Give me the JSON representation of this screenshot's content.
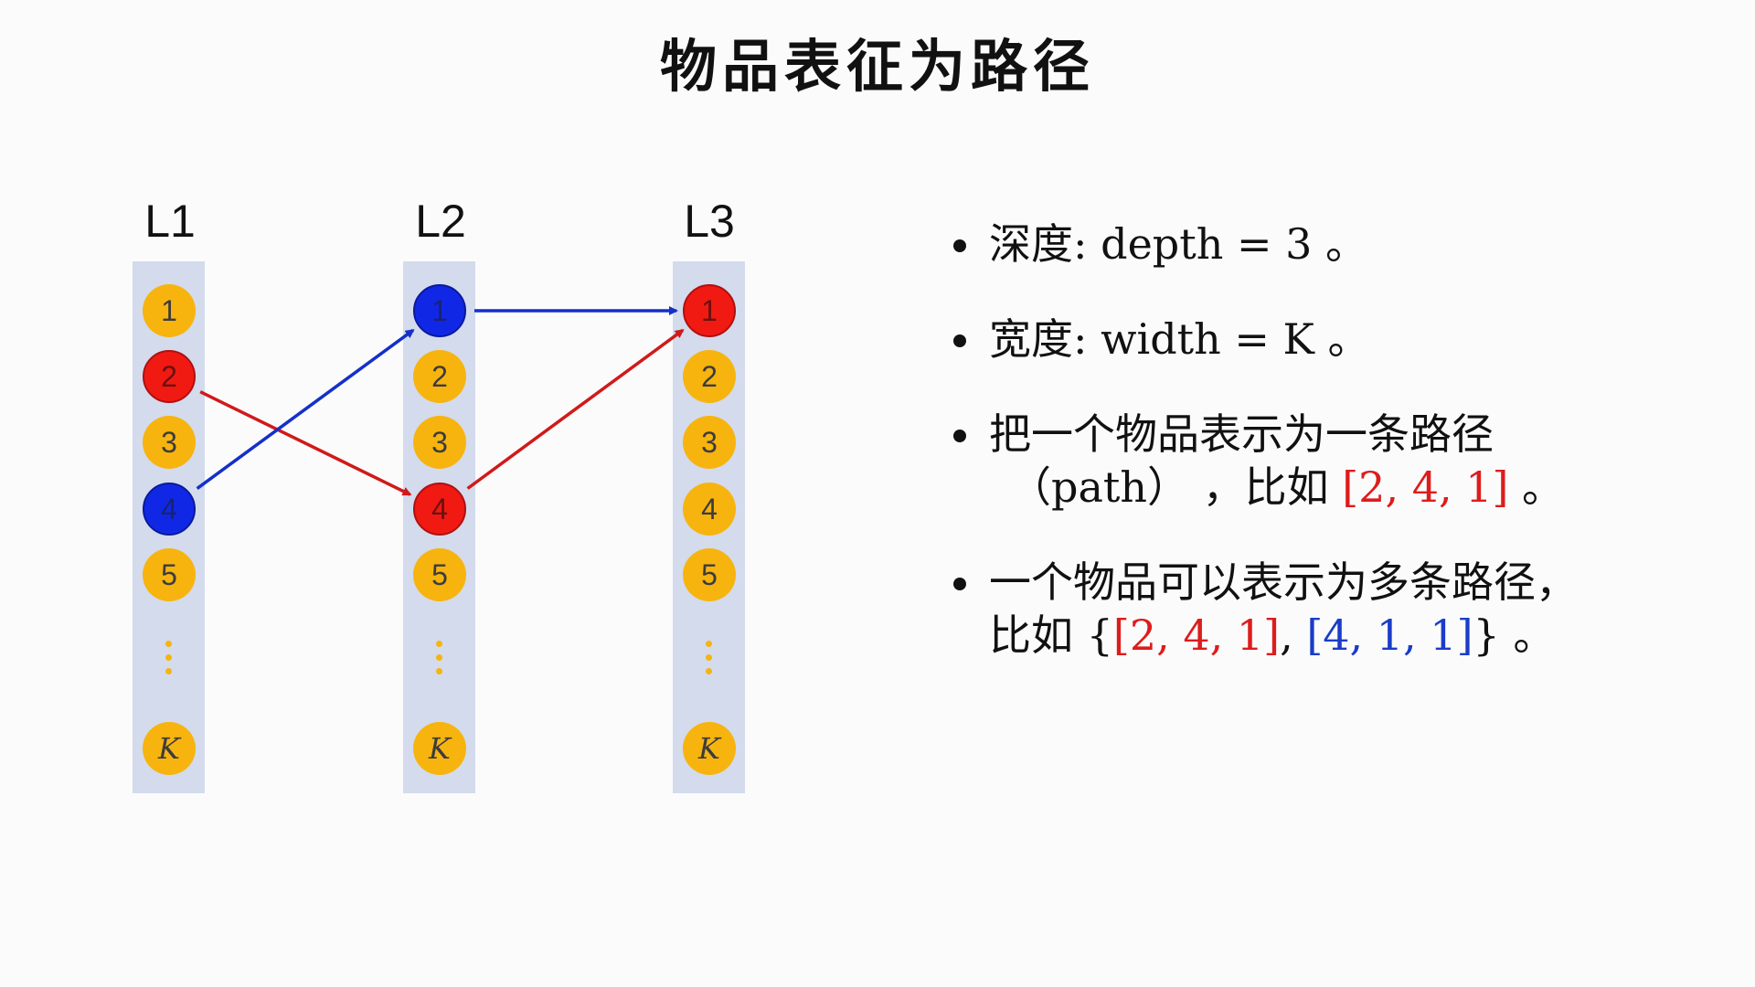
{
  "title": "物品表征为路径",
  "layers": [
    {
      "label": "L1",
      "nodes": [
        "1",
        "2",
        "3",
        "4",
        "5",
        "K"
      ],
      "highlight": {
        "2": "red",
        "4": "blue"
      }
    },
    {
      "label": "L2",
      "nodes": [
        "1",
        "2",
        "3",
        "4",
        "5",
        "K"
      ],
      "highlight": {
        "1": "blue",
        "4": "red"
      }
    },
    {
      "label": "L3",
      "nodes": [
        "1",
        "2",
        "3",
        "4",
        "5",
        "K"
      ],
      "highlight": {
        "1": "red"
      }
    }
  ],
  "paths": [
    {
      "color": "red",
      "nodes": [
        2,
        4,
        1
      ]
    },
    {
      "color": "blue",
      "nodes": [
        4,
        1,
        1
      ]
    }
  ],
  "colors": {
    "red": "#d01a1a",
    "blue": "#1530c8",
    "node": "#f7b40f",
    "column": "#d3dbed"
  },
  "bullets": {
    "b1": {
      "prefix": "深度: depth = 3 。"
    },
    "b2": {
      "prefix": "宽度: width = K 。"
    },
    "b3": {
      "line1": "把一个物品表示为一条路径",
      "line2_prefix": "（path） ，比如 ",
      "path": "[2, 4, 1]",
      "suffix": " 。"
    },
    "b4": {
      "line1": "一个物品可以表示为多条路径，",
      "line2_prefix": "比如 {",
      "path_red": "[2, 4, 1]",
      "sep": ", ",
      "path_blue": "[4, 1, 1]",
      "suffix": "} 。"
    }
  }
}
